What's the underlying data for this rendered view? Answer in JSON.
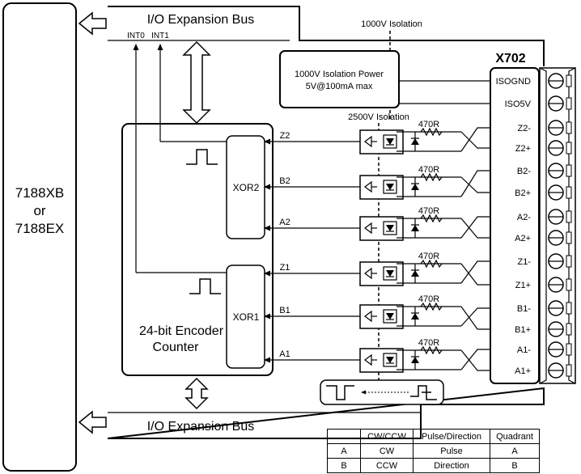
{
  "host": {
    "line1": "7188XB",
    "line2": "or",
    "line3": "7188EX"
  },
  "bus": {
    "top_label": "I/O Expansion Bus",
    "bottom_label": "I/O Expansion Bus",
    "int0": "INT0",
    "int1": "INT1"
  },
  "isolation": {
    "v1000": "1000V Isolation",
    "v2500": "2500V Isolation"
  },
  "power_box": {
    "line1": "1000V Isolation Power",
    "line2": "5V@100mA max"
  },
  "connector": {
    "title": "X702",
    "pins": [
      "ISOGND",
      "ISO5V",
      "Z2-",
      "Z2+",
      "B2-",
      "B2+",
      "A2-",
      "A2+",
      "Z1-",
      "Z1+",
      "B1-",
      "B1+",
      "A1-",
      "A1+"
    ]
  },
  "counter": {
    "line1": "24-bit Encoder",
    "line2": "Counter"
  },
  "xor_blocks": [
    "XOR2",
    "XOR1"
  ],
  "signal_lines": [
    "Z2",
    "B2",
    "A2",
    "Z1",
    "B1",
    "A1"
  ],
  "resistor": "470R",
  "mode_table": {
    "headers": [
      "",
      "CW/CCW",
      "Pulse/Direction",
      "Quadrant"
    ],
    "rows": [
      [
        "A",
        "CW",
        "Pulse",
        "A"
      ],
      [
        "B",
        "CCW",
        "Direction",
        "B"
      ]
    ]
  },
  "icons": [
    "arrow-left-icon",
    "double-arrow-icon",
    "pulse-icon",
    "optocoupler-icon",
    "terminal-screw-icon"
  ]
}
